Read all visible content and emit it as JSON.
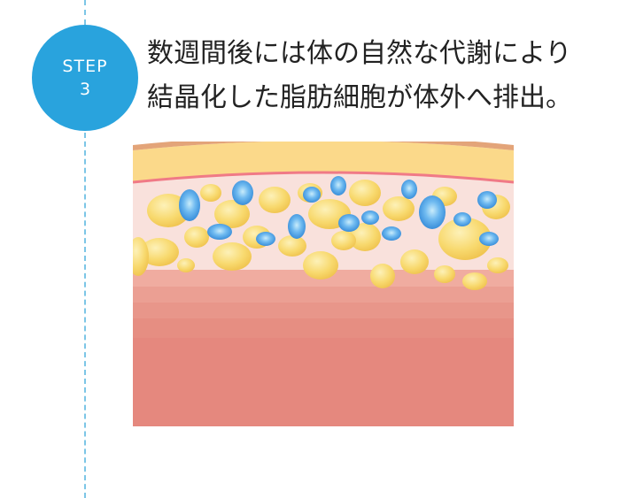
{
  "step": {
    "label": "STEP",
    "number": "3"
  },
  "caption": {
    "line1": "数週間後には体の自然な代謝により",
    "line2": "結晶化した脂肪細胞が体外へ排出。"
  },
  "colors": {
    "badge": "#29a3dd",
    "dashed_line": "#7cc6e6",
    "skin_top": "#e3a479",
    "dermis": "#fbd98a",
    "boundary_line": "#f07a86",
    "fat_layer_bg": "#f9e1dc",
    "fat_cell_yellow": "#f7d36b",
    "fat_cell_blue": "#2f8fdc",
    "muscle": "#e5887e"
  },
  "icons": {
    "diagram": "skin-cross-section-illustration"
  }
}
